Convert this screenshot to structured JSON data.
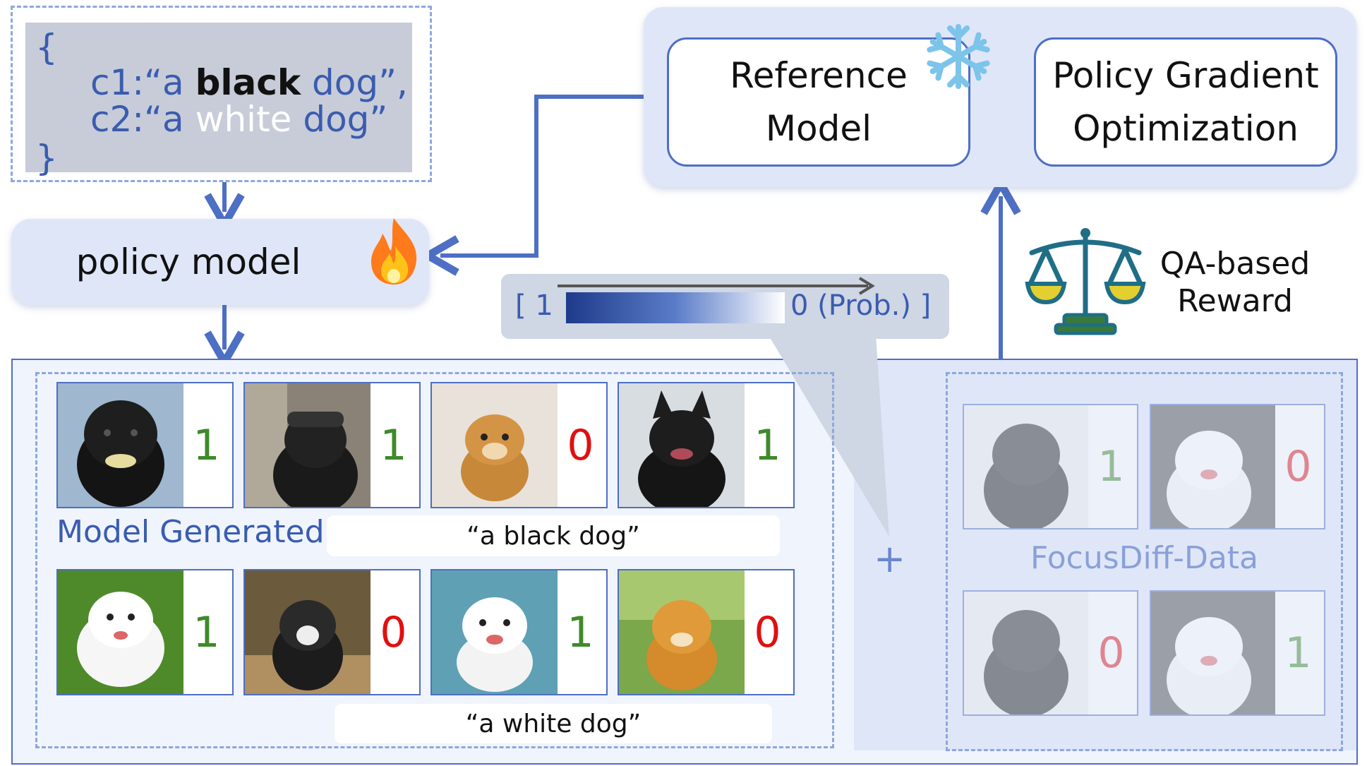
{
  "prompt_box": {
    "open": "{",
    "close": "}",
    "c1_prefix": "c1:“a ",
    "c1_key": "black",
    "c1_suffix": " dog”,",
    "c2_prefix": "c2:“a ",
    "c2_key": "white",
    "c2_suffix": " dog”"
  },
  "policy_model": {
    "label": "policy model",
    "icon": "fire-icon"
  },
  "reference_model": {
    "line1": "Reference",
    "line2": "Model",
    "icon": "snowflake-icon"
  },
  "policy_gradient": {
    "line1": "Policy Gradient",
    "line2": "Optimization"
  },
  "reward": {
    "line1": "QA-based",
    "line2": "Reward",
    "icon": "scales-icon"
  },
  "prob_bar": {
    "left": "[ 1",
    "right": "0 (Prob.) ]"
  },
  "generated": {
    "label": "Model Generated",
    "row1_caption": "“a black dog”",
    "row2_caption": "“a white dog”",
    "row1_scores": [
      "1",
      "1",
      "0",
      "1"
    ],
    "row2_scores": [
      "1",
      "0",
      "1",
      "0"
    ]
  },
  "plus": "+",
  "focusdiff": {
    "label": "FocusDiff-Data",
    "row1_scores": [
      "1",
      "0"
    ],
    "row2_scores": [
      "0",
      "1"
    ]
  },
  "colors": {
    "accent": "#4d6fc4",
    "panel": "#dfe6f7",
    "score_positive": "#3f8a2a",
    "score_negative": "#e01010"
  }
}
